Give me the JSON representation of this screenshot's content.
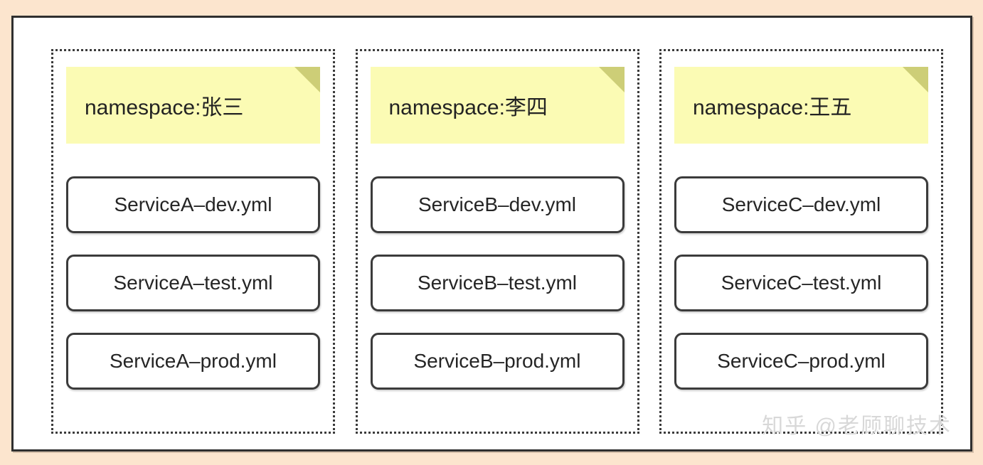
{
  "canvas": {
    "background_color": "#FCE5CE",
    "panel_background": "#FFFFFF",
    "panel_border_color": "#2F2F2F"
  },
  "theme": {
    "sticky_note_color": "#FBFBB4",
    "sticky_note_fold_color": "#CDCE77",
    "card_border_color": "#3B3B3B",
    "column_border_color": "#3B3B3B",
    "text_color": "#252525",
    "watermark_color": "#D8D8D8"
  },
  "columns": [
    {
      "note_label": "namespace:张三",
      "files": [
        {
          "label": "ServiceA–dev.yml"
        },
        {
          "label": "ServiceA–test.yml"
        },
        {
          "label": "ServiceA–prod.yml"
        }
      ]
    },
    {
      "note_label": "namespace:李四",
      "files": [
        {
          "label": "ServiceB–dev.yml"
        },
        {
          "label": "ServiceB–test.yml"
        },
        {
          "label": "ServiceB–prod.yml"
        }
      ]
    },
    {
      "note_label": "namespace:王五",
      "files": [
        {
          "label": "ServiceC–dev.yml"
        },
        {
          "label": "ServiceC–test.yml"
        },
        {
          "label": "ServiceC–prod.yml"
        }
      ]
    }
  ],
  "watermark": {
    "text": "知乎 @老顾聊技术"
  }
}
